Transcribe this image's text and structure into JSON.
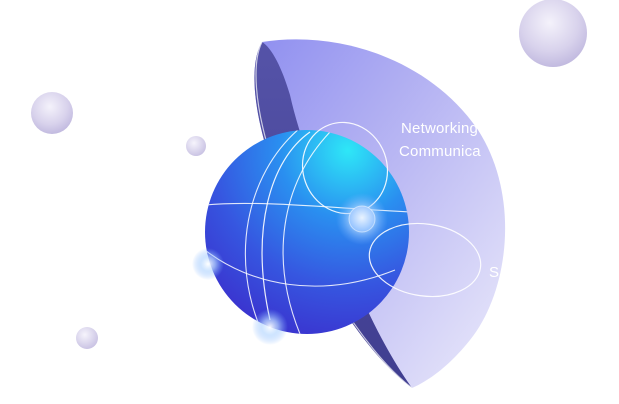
{
  "labels": {
    "line1": "Networking",
    "line2": "Communica",
    "line3": "S"
  },
  "colors": {
    "background": "#ffffff",
    "shell_light": "#d9d6f4",
    "shell_mid": "#aeb0f0",
    "shell_inner_dark": "#4b4a9c",
    "globe_cyan": "#22d8f5",
    "globe_blue": "#2b74ea",
    "globe_indigo": "#3b3bd6",
    "bubble": "#c9c3e3",
    "text": "#ffffff"
  },
  "icons": {
    "globe": "globe-sphere",
    "shell": "half-dome-shell",
    "bubbles": "decorative-bubble"
  }
}
